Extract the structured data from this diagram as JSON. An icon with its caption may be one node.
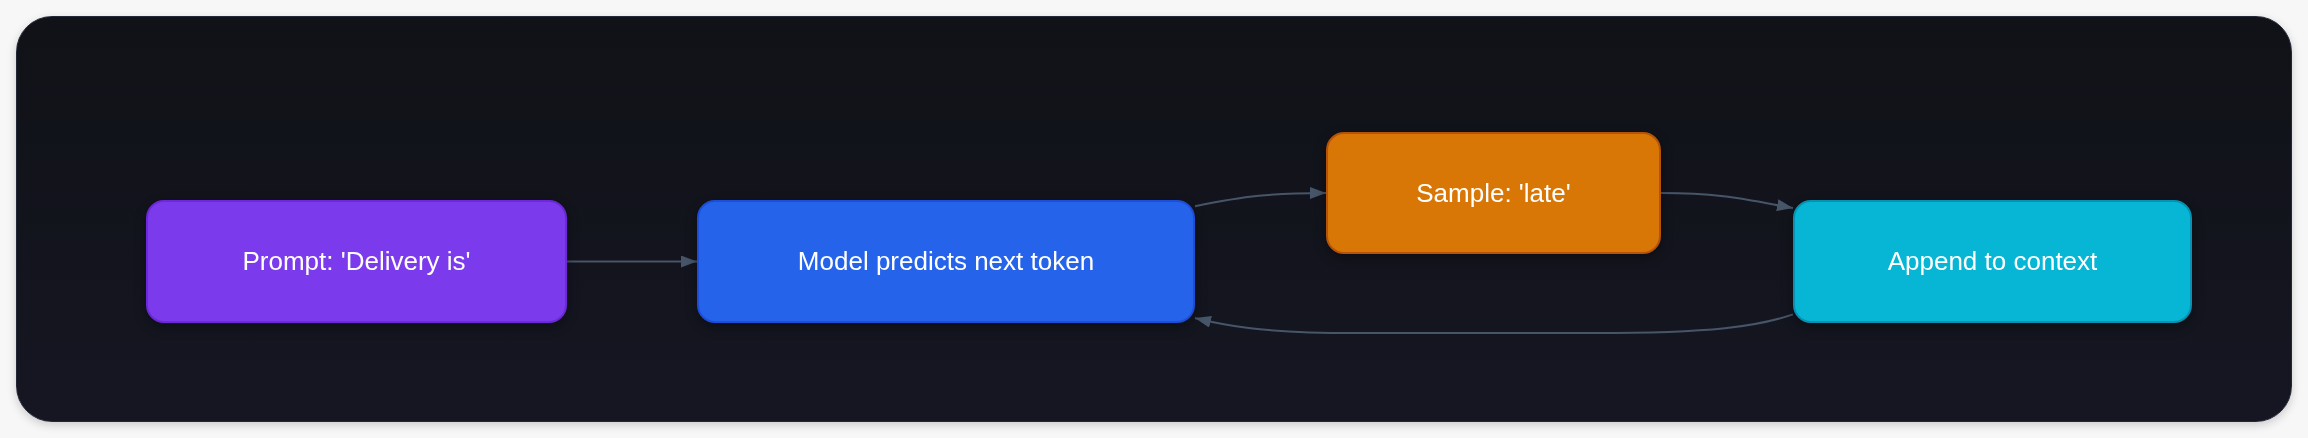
{
  "diagram": {
    "nodes": [
      {
        "text": [
          "Prompt: 'Delivery is'"
        ]
      },
      {
        "text": [
          "Model predicts next token"
        ]
      },
      {
        "text": [
          "Sample: 'late'"
        ]
      },
      {
        "text": [
          "Append to context"
        ]
      }
    ],
    "edges": [
      {
        "from": 0,
        "to": 1,
        "arrow": "to"
      },
      {
        "from": 1,
        "to": 2,
        "arrow": "to"
      },
      {
        "from": 2,
        "to": 3,
        "arrow": "to"
      },
      {
        "from": 3,
        "to": 1,
        "arrow": "to"
      }
    ]
  }
}
